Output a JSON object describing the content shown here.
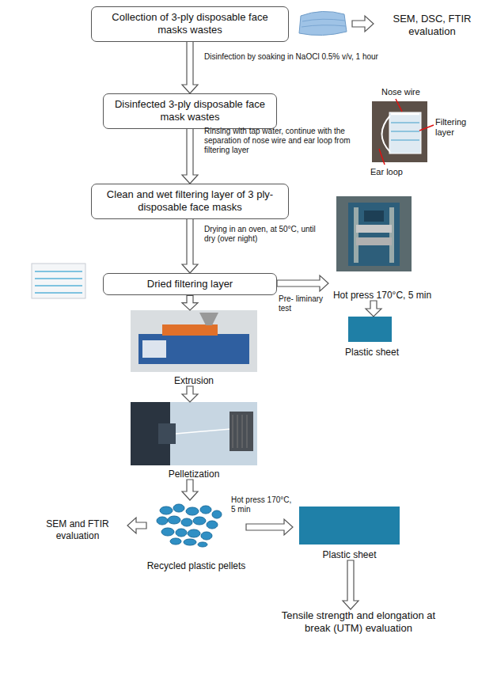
{
  "diagram": {
    "nodes": [
      {
        "text": [
          "Collection of 3-ply disposable face masks wastes"
        ]
      },
      {
        "text": [
          "SEM, DSC, FTIR evaluation"
        ]
      },
      {
        "text": [
          "Disinfected 3-ply disposable face mask wastes"
        ]
      },
      {
        "text": [
          "Clean and wet filtering layer of 3 ply-disposable face masks"
        ]
      },
      {
        "text": [
          "Dried filtering layer"
        ]
      },
      {
        "text": [
          "Hot press 170°C, 5 min"
        ]
      },
      {
        "text": [
          "Plastic sheet"
        ]
      },
      {
        "text": [
          "Extrusion"
        ]
      },
      {
        "text": [
          "Pelletization"
        ]
      },
      {
        "text": [
          "SEM and FTIR evaluation"
        ]
      },
      {
        "text": [
          "Recycled plastic pellets"
        ]
      },
      {
        "text": [
          "Plastic sheet"
        ]
      },
      {
        "text": [
          "Tensile strength and elongation at break (UTM) evaluation"
        ]
      }
    ],
    "edges": [
      {
        "from": 0,
        "to": 2,
        "arrow": "to",
        "label": "Disinfection by soaking in NaOCl 0.5% v/v, 1 hour"
      },
      {
        "from": 2,
        "to": 3,
        "arrow": "to",
        "label": "Rinsing with tap water, continue with the separation of nose wire and ear loop from filtering layer"
      },
      {
        "from": 3,
        "to": 4,
        "arrow": "to",
        "label": "Drying in an oven, at 50°C, until dry (over night)"
      },
      {
        "from": 4,
        "to": 5,
        "arrow": "to",
        "label": "Pre- liminary test"
      },
      {
        "from": 5,
        "to": 6,
        "arrow": "to"
      },
      {
        "from": 4,
        "to": 7,
        "arrow": "to"
      },
      {
        "from": 7,
        "to": 8,
        "arrow": "to"
      },
      {
        "from": 8,
        "to": 10,
        "arrow": "to"
      },
      {
        "from": 10,
        "to": 9,
        "arrow": "to"
      },
      {
        "from": 10,
        "to": 11,
        "arrow": "to",
        "label": "Hot press 170°C, 5 min"
      },
      {
        "from": 11,
        "to": 12,
        "arrow": "to"
      }
    ],
    "labels": [
      "Nose wire",
      "Filtering layer",
      "Ear loop"
    ]
  }
}
